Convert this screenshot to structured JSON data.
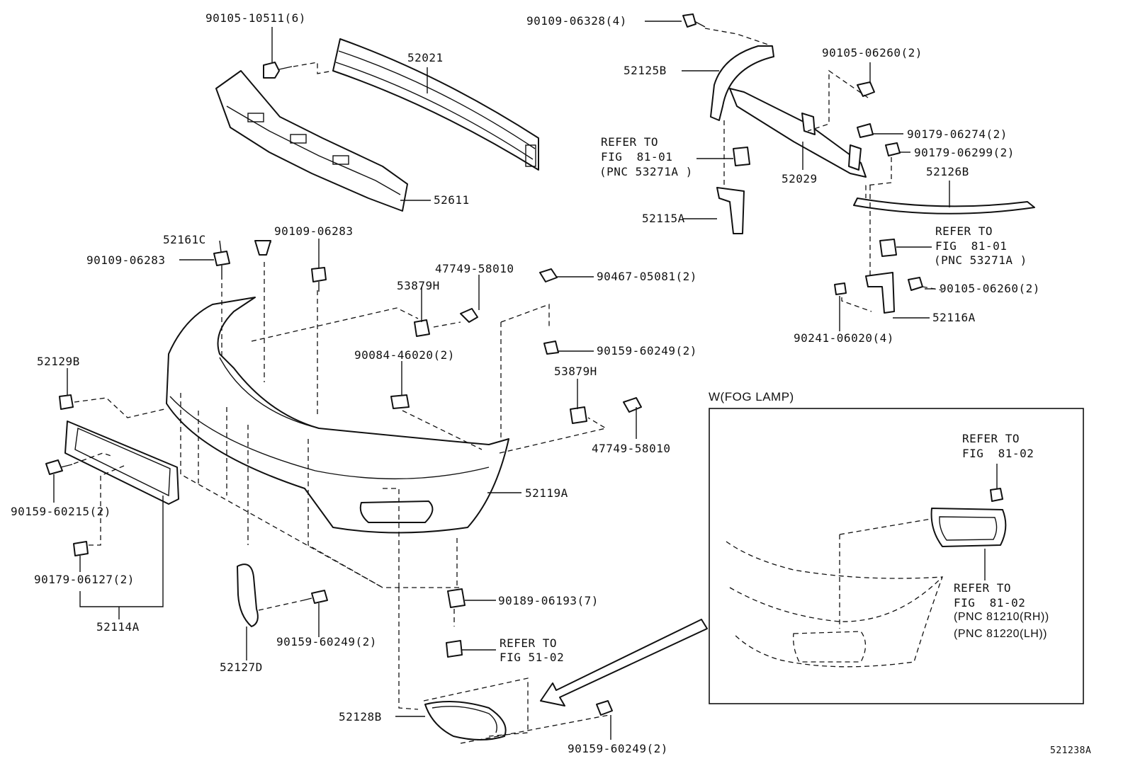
{
  "labels": {
    "p90105_10511": "90105-10511(6)",
    "p52021": "52021",
    "p52611": "52611",
    "p90109_06328": "90109-06328(4)",
    "p52125b": "52125B",
    "p90105_06260a": "90105-06260(2)",
    "refer_8101_a_1": "REFER TO",
    "refer_8101_a_2": "FIG  81-01",
    "refer_8101_a_3": "(PNC 53271A )",
    "p90179_06274": "90179-06274(2)",
    "p90179_06299": "90179-06299(2)",
    "p52029": "52029",
    "p52126b": "52126B",
    "p52115a": "52115A",
    "refer_8101_b_1": "REFER TO",
    "refer_8101_b_2": "FIG  81-01",
    "refer_8101_b_3": "(PNC 53271A )",
    "p90105_06260b": "90105-06260(2)",
    "p52116a": "52116A",
    "p90241_06020": "90241-06020(4)",
    "p52161c": "52161C",
    "p90109_06283a": "90109-06283",
    "p90109_06283b": "90109-06283",
    "p47749_58010a": "47749-58010",
    "p53879h_a": "53879H",
    "p90467_05081": "90467-05081(2)",
    "p90084_46020": "90084-46020(2)",
    "p90159_60249a": "90159-60249(2)",
    "p53879h_b": "53879H",
    "p52129b": "52129B",
    "p47749_58010b": "47749-58010",
    "p90159_60215": "90159-60215(2)",
    "p52119a": "52119A",
    "p90179_06127": "90179-06127(2)",
    "p52114a": "52114A",
    "p90189_06193": "90189-06193(7)",
    "p90159_60249b": "90159-60249(2)",
    "refer_5102_1": "REFER TO",
    "refer_5102_2": "FIG 51-02",
    "p52127d": "52127D",
    "p52128b": "52128B",
    "p90159_60249c": "90159-60249(2)",
    "fog_title": "W(FOG LAMP)",
    "fog_refer1_1": "REFER TO",
    "fog_refer1_2": "FIG  81-02",
    "fog_refer2_1": "REFER TO",
    "fog_refer2_2": "FIG  81-02",
    "fog_refer2_3": "(PNC 81210(RH))",
    "fog_refer2_4": "(PNC 81220(LH))",
    "figure_id": "521238A"
  }
}
